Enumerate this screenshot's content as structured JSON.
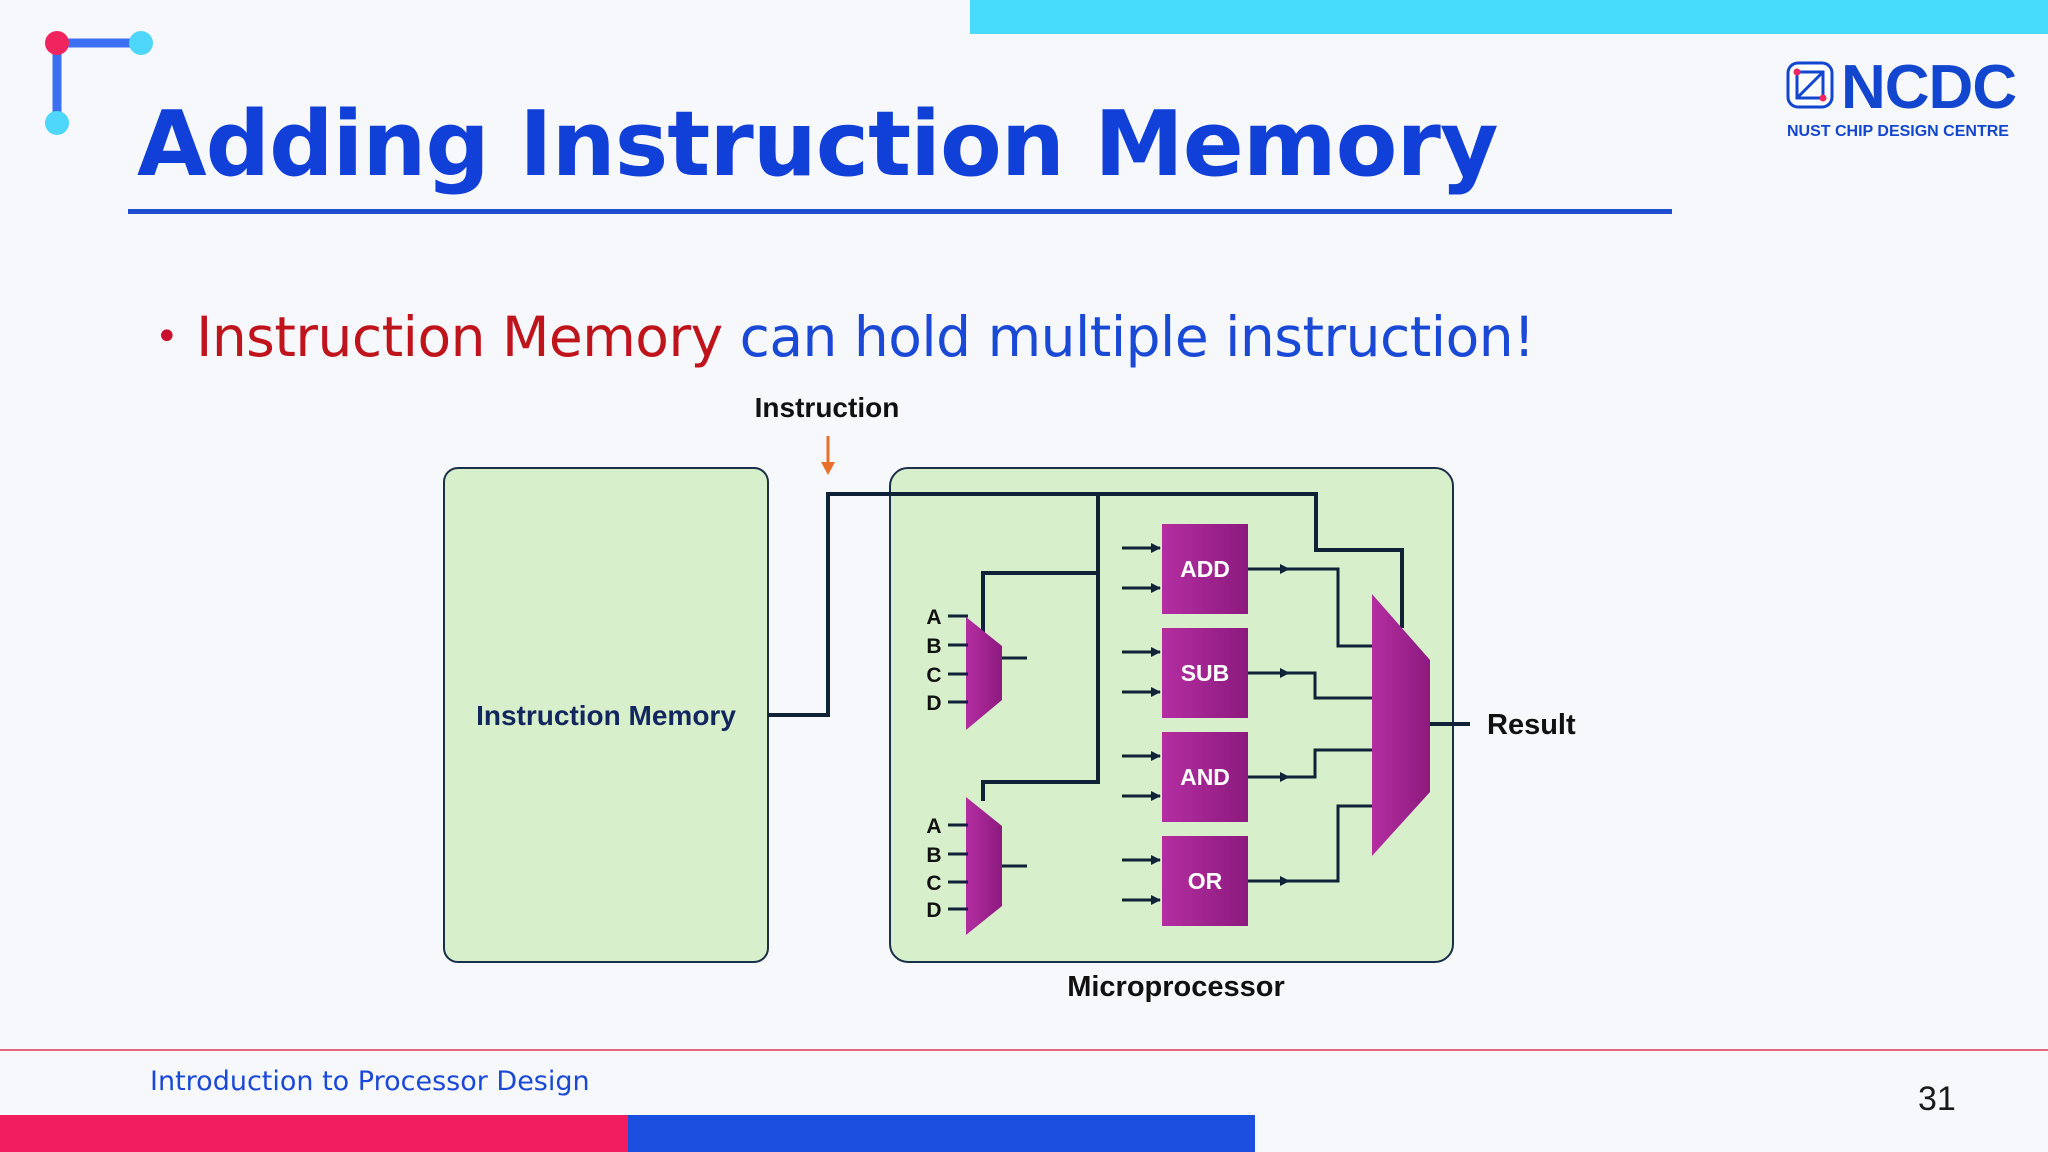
{
  "slide": {
    "title": "Adding Instruction Memory",
    "page_number": "31",
    "footer": "Introduction to Processor Design"
  },
  "brand": {
    "name": "NCDC",
    "subtitle": "NUST CHIP DESIGN CENTRE"
  },
  "bullet": {
    "highlight": "Instruction Memory",
    "rest": " can hold multiple instruction!"
  },
  "diagram": {
    "instruction_label": "Instruction",
    "instruction_memory_label": "Instruction Memory",
    "microprocessor_label": "Microprocessor",
    "result_label": "Result",
    "mux_inputs": [
      "A",
      "B",
      "C",
      "D"
    ],
    "alu_units": [
      "ADD",
      "SUB",
      "AND",
      "OR"
    ]
  },
  "colors": {
    "title_blue": "#1040d8",
    "accent_red": "#c0141c",
    "block_green": "#d8efcb",
    "unit_magenta": "#a3238e",
    "arrow_orange": "#e8702a",
    "wire_navy": "#102238"
  }
}
